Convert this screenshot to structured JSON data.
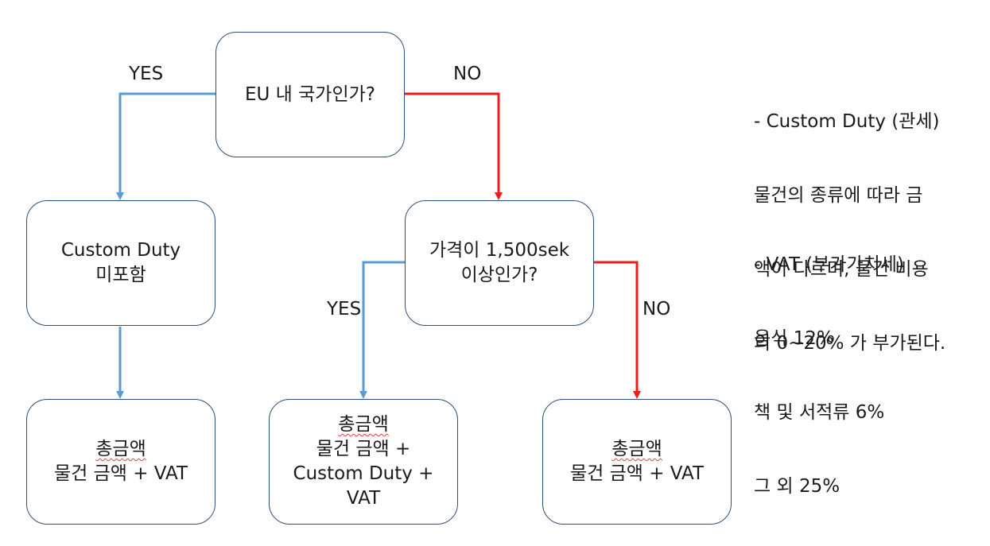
{
  "colors": {
    "yes_arrow": "#5b9bd5",
    "no_arrow": "#ee1c1c",
    "box_border": "#2e4f7a"
  },
  "nodes": {
    "eu_question": {
      "line1": "EU 내 국가인가?"
    },
    "no_custom_duty": {
      "line1": "Custom Duty",
      "line2": "미포함"
    },
    "price_question": {
      "line1": "가격이 1,500sek",
      "line2": "이상인가?"
    },
    "total_eu": {
      "title": "총금액",
      "line2": "물건 금액 + VAT"
    },
    "total_over": {
      "title": "총금액",
      "line2": "물건 금액 +",
      "line3": "Custom Duty +",
      "line4": "VAT"
    },
    "total_under": {
      "title": "총금액",
      "line2": "물건 금액 + VAT"
    }
  },
  "labels": {
    "top_yes": "YES",
    "top_no": "NO",
    "mid_yes": "YES",
    "mid_no": "NO"
  },
  "notes": {
    "custom_duty": {
      "line1": "- Custom Duty (관세)",
      "line2": "물건의 종류에 따라 금",
      "line3": "액이 다르며, 물건 비용",
      "line4": "의 0~20% 가 부가된다."
    },
    "vat": {
      "line1": "- VAT (부가가치세)",
      "line2": "음식 12%",
      "line3": "책 및 서적류 6%",
      "line4": "그 외 25%"
    }
  }
}
